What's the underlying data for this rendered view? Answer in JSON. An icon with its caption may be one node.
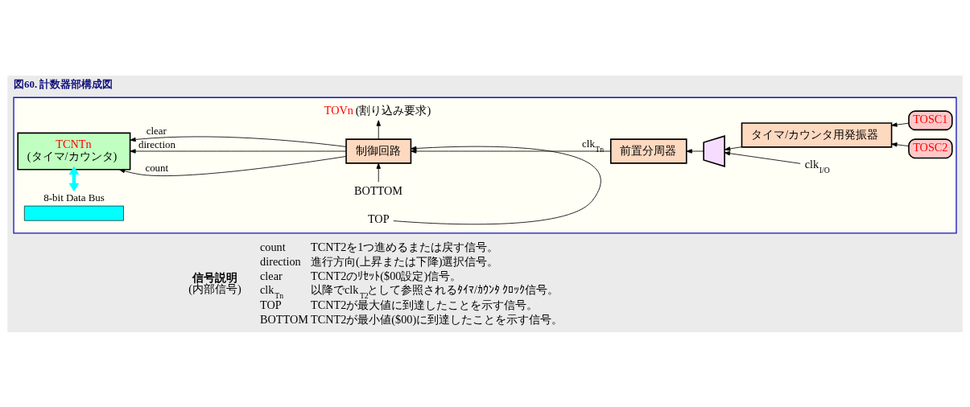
{
  "diagram": {
    "title": "図60. 計数器部構成図",
    "nodes": [
      {
        "text": [],
        "shape": "box"
      },
      {
        "text": [
          "8-bit Data Bus"
        ],
        "in": 0
      },
      {
        "text": [
          "TCNTn",
          "(タイマ/カウンタ)"
        ],
        "in": 0
      },
      {
        "text": [
          "制御回路"
        ],
        "in": 0
      },
      {
        "text": [
          "TOVn",
          "(割り込み要求)"
        ],
        "in": 0
      },
      {
        "text": [
          "BOTTOM"
        ],
        "in": 0
      },
      {
        "text": [
          "TOP"
        ],
        "in": 0
      },
      {
        "text": [
          "前置分周器"
        ],
        "in": 0
      },
      {
        "text": [],
        "shape": "trapezoid",
        "in": 0
      },
      {
        "text": [
          "タイマ/カウンタ用発振器"
        ],
        "in": 0
      },
      {
        "text": [
          "TOSC1"
        ],
        "in": 0
      },
      {
        "text": [
          "TOSC2"
        ],
        "in": 0
      },
      {
        "text": [
          "clk$_{I/O}$"
        ],
        "in": 0
      }
    ],
    "edges": [
      {
        "from": 1,
        "to": 2,
        "arrow": "both",
        "style": "thick",
        "color": "#00ffff"
      },
      {
        "from": 3,
        "to": 2,
        "arrow": "to",
        "label": "count"
      },
      {
        "from": 3,
        "to": 2,
        "arrow": "to",
        "label": "direction"
      },
      {
        "from": 3,
        "to": 2,
        "arrow": "to",
        "label": "clear"
      },
      {
        "from": 3,
        "to": 4,
        "arrow": "to"
      },
      {
        "from": 5,
        "to": 3,
        "arrow": "to"
      },
      {
        "from": 6,
        "to": 3,
        "arrow": "to"
      },
      {
        "from": 7,
        "to": 3,
        "arrow": "to",
        "label": "clk$_{Tn}$"
      },
      {
        "from": 8,
        "to": 7,
        "arrow": "to"
      },
      {
        "from": 9,
        "to": 8,
        "arrow": "to"
      },
      {
        "from": 12,
        "to": 8,
        "arrow": "to"
      },
      {
        "from": 10,
        "to": 9,
        "arrow": "to"
      },
      {
        "from": 11,
        "to": 9,
        "arrow": "to"
      }
    ],
    "labels": [
      "信号説明",
      "(内部信号)",
      "count",
      "TCNT2を1つ進めるまたは戻す信号。",
      "direction",
      "進行方向(上昇または下降)選択信号。",
      "clear",
      "TCNT2のﾘｾｯﾄ($00設定)信号。",
      "clk$_{Tn}$",
      "以降でclk$_{T2}$として参照されるﾀｲﾏ/ｶｳﾝﾀ ｸﾛｯｸ信号。",
      "TOP",
      "TCNT2が最大値に到達したことを示す信号。",
      "BOTTOM",
      "TCNT2が最小値($00)に到達したことを示す信号。"
    ]
  }
}
